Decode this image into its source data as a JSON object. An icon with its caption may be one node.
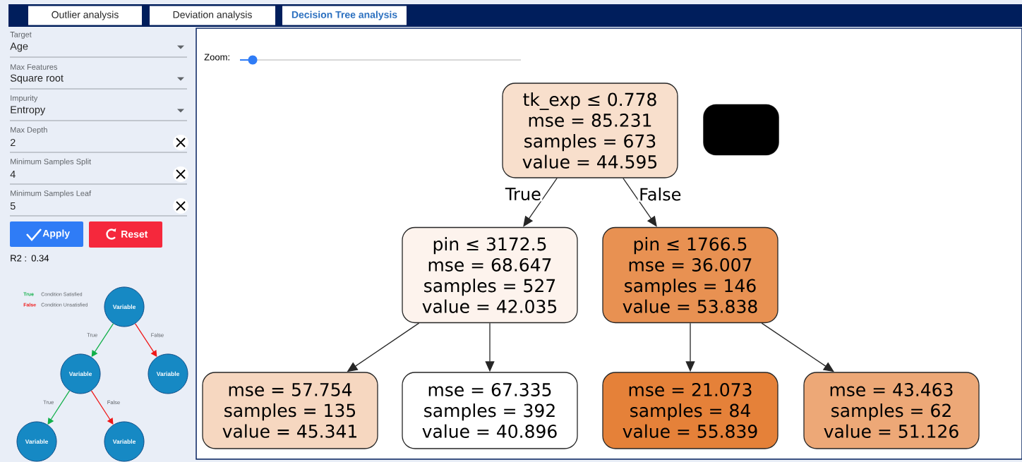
{
  "diagram": {
    "nodes": [
      {
        "text": [
          "tk_exp ≤ 0.778",
          "mse = 85.231",
          "samples = 673",
          "value = 44.595"
        ]
      },
      {
        "text": [
          "pin ≤ 3172.5",
          "mse = 68.647",
          "samples = 527",
          "value = 42.035"
        ]
      },
      {
        "text": [
          "pin ≤ 1766.5",
          "mse = 36.007",
          "samples = 146",
          "value = 53.838"
        ]
      },
      {
        "text": [
          "mse = 57.754",
          "samples = 135",
          "value = 45.341"
        ]
      },
      {
        "text": [
          "mse = 67.335",
          "samples = 392",
          "value = 40.896"
        ]
      },
      {
        "text": [
          "mse = 21.073",
          "samples = 84",
          "value = 55.839"
        ]
      },
      {
        "text": [
          "mse = 43.463",
          "samples = 62",
          "value = 51.126"
        ]
      },
      {
        "text": [],
        "shape": "box"
      },
      {
        "text": [
          "Variable"
        ]
      },
      {
        "text": [
          "Variable"
        ]
      },
      {
        "text": [
          "Variable"
        ]
      },
      {
        "text": [
          "Variable"
        ]
      },
      {
        "text": [
          "Variable"
        ]
      }
    ],
    "edges": [
      {
        "from": 0,
        "to": 1,
        "arrow": "to",
        "label": "True"
      },
      {
        "from": 0,
        "to": 2,
        "arrow": "to",
        "label": "False"
      },
      {
        "from": 1,
        "to": 3,
        "arrow": "to"
      },
      {
        "from": 1,
        "to": 4,
        "arrow": "to"
      },
      {
        "from": 2,
        "to": 5,
        "arrow": "to"
      },
      {
        "from": 2,
        "to": 6,
        "arrow": "to"
      },
      {
        "from": 8,
        "to": 9,
        "arrow": "to",
        "label": "True",
        "color": "#12b04a"
      },
      {
        "from": 8,
        "to": 10,
        "arrow": "to",
        "label": "False",
        "color": "#f01818"
      },
      {
        "from": 9,
        "to": 11,
        "arrow": "to",
        "label": "True",
        "color": "#12b04a"
      },
      {
        "from": 9,
        "to": 12,
        "arrow": "to",
        "label": "False",
        "color": "#f01818"
      }
    ],
    "labels": [
      "Outlier analysis",
      "Deviation analysis",
      "Decision Tree analysis",
      "Target",
      "Age",
      "Max Features",
      "Square root",
      "Impurity",
      "Entropy",
      "Max Depth",
      "2",
      "Minimum Samples Split",
      "4",
      "Minimum Samples Leaf",
      "5",
      "Apply",
      "Reset",
      "R2 :",
      "0.34",
      "True",
      "Condition Satisfied",
      "False",
      "Condition Unsatisfied",
      "Zoom:"
    ]
  }
}
